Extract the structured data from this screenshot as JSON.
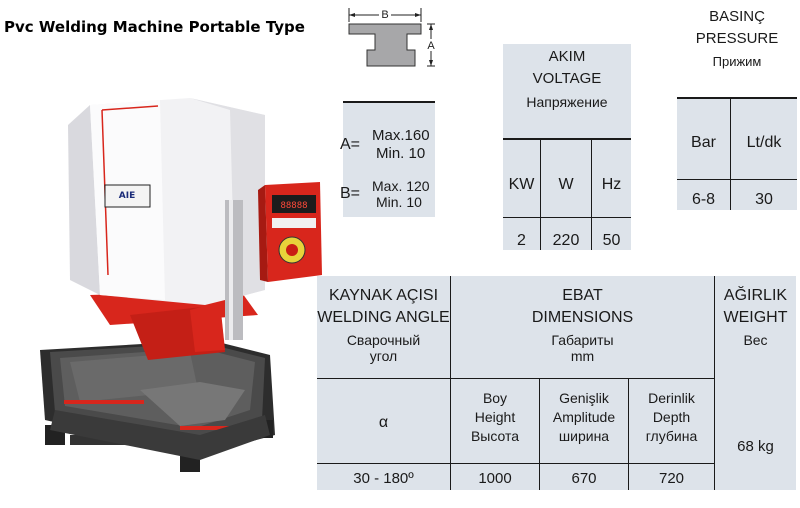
{
  "title": "Pvc Welding Machine Portable Type",
  "profile": {
    "dim_b": "B",
    "dim_a": "A",
    "a_label": "A=",
    "a_max": "Max.160",
    "a_min": "Min. 10",
    "b_label": "B=",
    "b_max": "Max. 120",
    "b_min": "Min. 10"
  },
  "current": {
    "h1": "AKIM",
    "h2": "VOLTAGE",
    "h3": "Напряжение",
    "cols": [
      "KW",
      "W",
      "Hz"
    ],
    "vals": [
      "2",
      "220",
      "50"
    ]
  },
  "pressure": {
    "h1": "BASINÇ",
    "h2": "PRESSURE",
    "h3": "Прижим",
    "cols": [
      "Bar",
      "Lt/dk"
    ],
    "vals": [
      "6-8",
      "30"
    ]
  },
  "angle": {
    "h1": "KAYNAK AÇISI",
    "h2": "WELDING ANGLE",
    "h3": "Сварочный",
    "h4": "угол",
    "symbol": "α",
    "value": "30 - 180º"
  },
  "dims": {
    "h1": "EBAT",
    "h2": "DIMENSIONS",
    "h3": "Габариты",
    "h4": "mm",
    "cols": [
      {
        "l1": "Boy",
        "l2": "Height",
        "l3": "Высота"
      },
      {
        "l1": "Genişlik",
        "l2": "Amplitude",
        "l3": "ширина"
      },
      {
        "l1": "Derinlik",
        "l2": "Depth",
        "l3": "глубина"
      }
    ],
    "vals": [
      "1000",
      "670",
      "720"
    ]
  },
  "weight": {
    "h1": "AĞIRLIK",
    "h2": "WEIGHT",
    "h3": "Вес",
    "value": "68 kg"
  },
  "machine": {
    "badge": "AIE",
    "display": "88888"
  }
}
